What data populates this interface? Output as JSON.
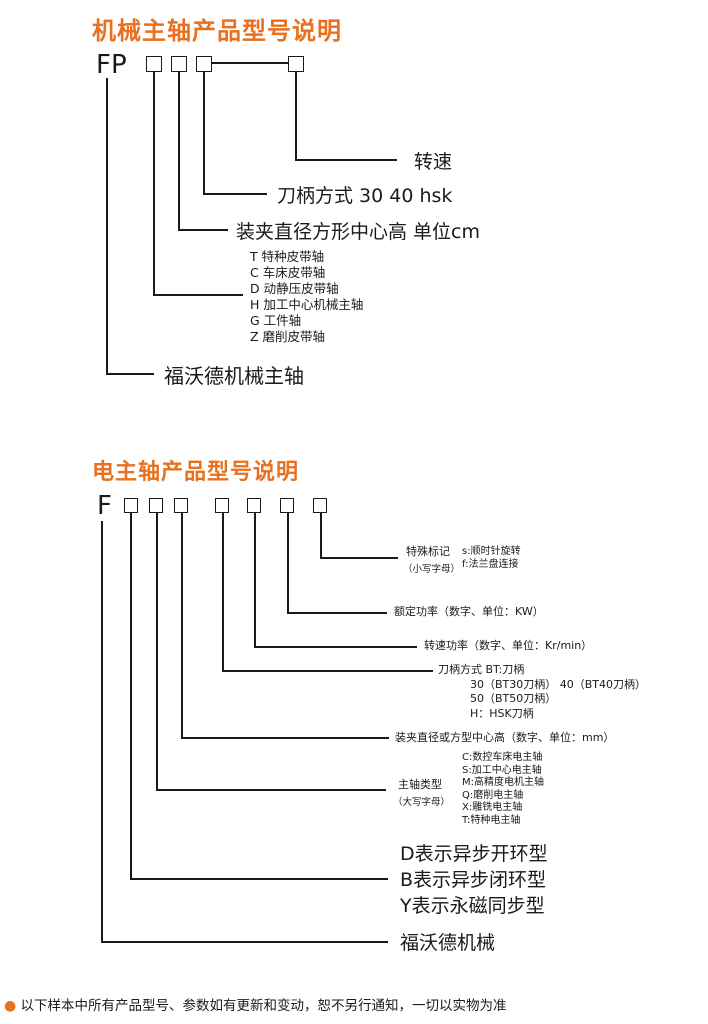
{
  "section1": {
    "title": "机械主轴产品型号说明",
    "prefix": "FP",
    "labels": {
      "speed": "转速",
      "holder": "刀柄方式  30  40  hsk",
      "clamp": "装夹直径方形中心高  单位cm",
      "brand": "福沃德机械主轴"
    },
    "types": [
      "T  特种皮带轴",
      "C  车床皮带轴",
      "D  动静压皮带轴",
      "H  加工中心机械主轴",
      "G  工件轴",
      "Z  磨削皮带轴"
    ]
  },
  "section2": {
    "title": "电主轴产品型号说明",
    "prefix": "F",
    "special": {
      "label": "特殊标记",
      "sub": "（小写字母）",
      "options": [
        "s:顺时针旋转",
        "f:法兰盘连接"
      ]
    },
    "power": "额定功率（数字、单位：KW）",
    "speed": "转速功率（数字、单位：Kr/min）",
    "holder": {
      "lines": [
        "刀柄方式  BT:刀柄",
        "30（BT30刀柄） 40（BT40刀柄）",
        "50（BT50刀柄）",
        "H：HSK刀柄"
      ]
    },
    "clamp": "装夹直径或方型中心高（数字、单位：mm）",
    "spindle_type": {
      "label": "主轴类型",
      "sub": "（大写字母）",
      "options": [
        "C:数控车床电主轴",
        "S:加工中心电主轴",
        "M:高精度电机主轴",
        "Q:磨削电主轴",
        "X:雕铣电主轴",
        "T:特种电主轴"
      ]
    },
    "motor_types": [
      "D表示异步开环型",
      "B表示异步闭环型",
      "Y表示永磁同步型"
    ],
    "brand": "福沃德机械"
  },
  "footer": {
    "note": "以下样本中所有产品型号、参数如有更新和变动，恕不另行通知，一切以实物为准"
  },
  "colors": {
    "title": "#e8701e",
    "text": "#1a1a1a",
    "bullet": "#e8701e"
  }
}
